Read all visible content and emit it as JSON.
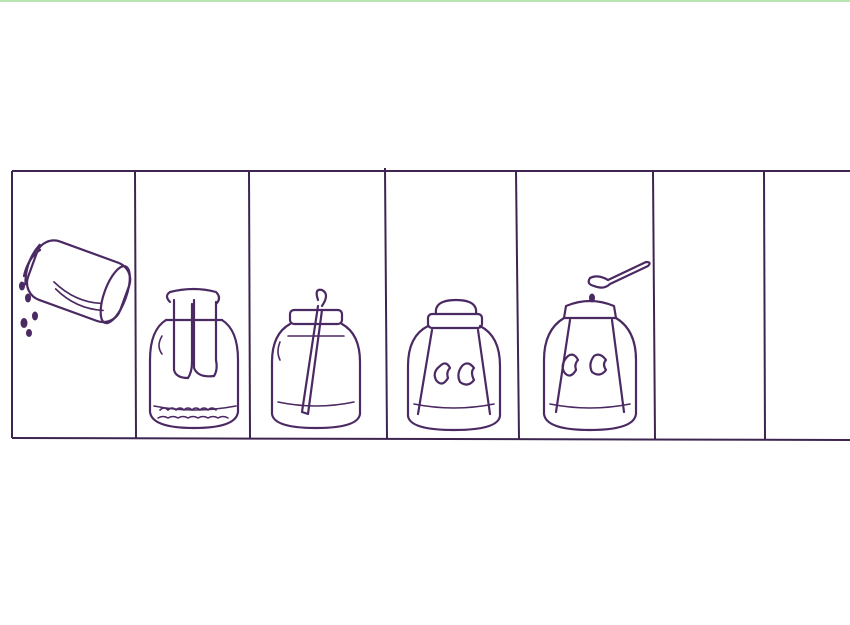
{
  "colors": {
    "ink": "#4b2a63",
    "accent_stripe": "#b9e6b0",
    "background": "#ffffff"
  },
  "panels": [
    {
      "id": "panel-1",
      "icon": "pouring-jar-icon"
    },
    {
      "id": "panel-2",
      "icon": "jar-with-blotting-paper-icon"
    },
    {
      "id": "panel-3",
      "icon": "jar-with-stirring-rod-icon"
    },
    {
      "id": "panel-4",
      "icon": "jar-with-seeds-icon"
    },
    {
      "id": "panel-5",
      "icon": "jar-with-seeds-watering-spoon-icon"
    },
    {
      "id": "panel-6",
      "icon": "empty-panel"
    },
    {
      "id": "panel-7",
      "icon": "empty-panel"
    }
  ]
}
